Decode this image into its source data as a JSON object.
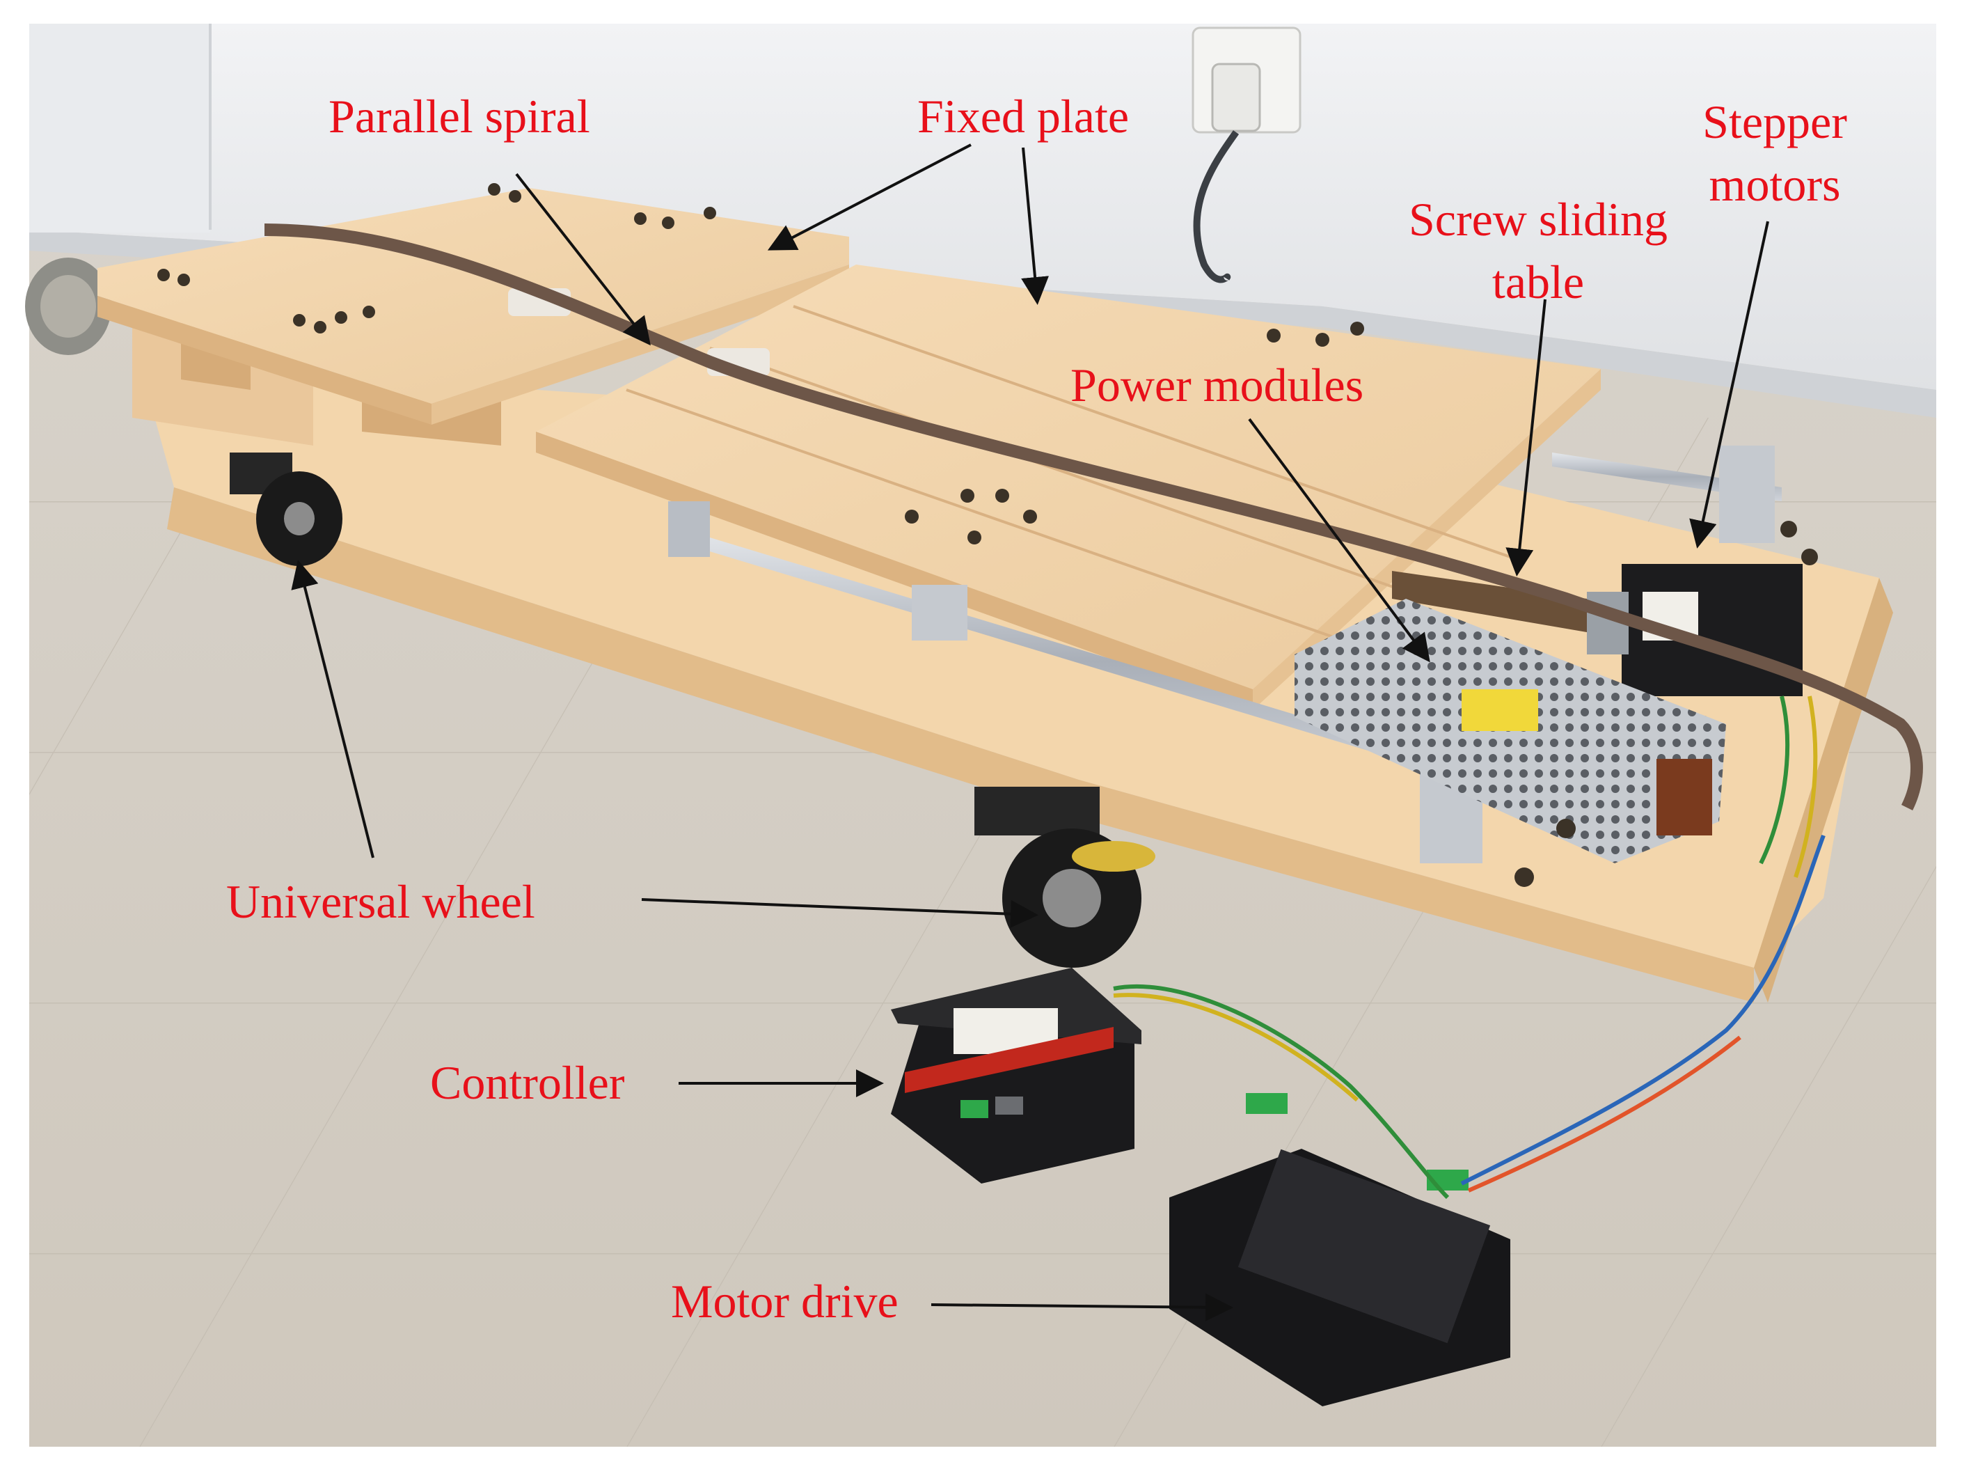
{
  "labels": {
    "parallel_spiral": "Parallel spiral",
    "fixed_plate": "Fixed plate",
    "stepper_motors": "Stepper motors",
    "screw_sliding_table": "Screw sliding table",
    "power_modules": "Power modules",
    "universal_wheel": "Universal wheel",
    "controller": "Controller",
    "motor_drive": "Motor drive"
  },
  "colors": {
    "label_text": "#e8101a",
    "arrow": "#111111",
    "wall": "#e6e8ec",
    "floor": "#d8d2c8",
    "nylon_plate": "#f0d4ac",
    "nylon_shadow": "#d9b184",
    "steel": "#b9bec6",
    "black_box": "#1c1c1e"
  }
}
